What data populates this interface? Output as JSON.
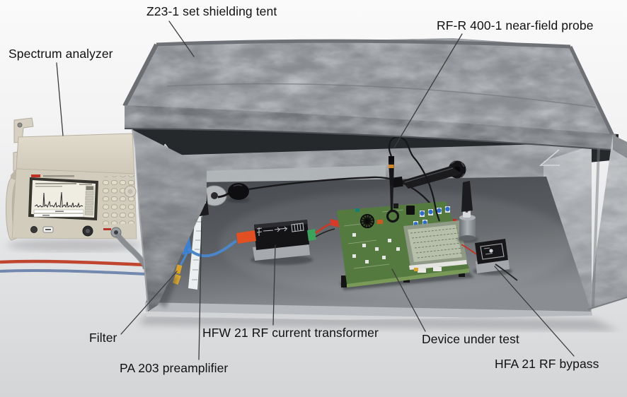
{
  "labels": {
    "shielding_tent": "Z23-1 set shielding tent",
    "near_field_probe": "RF-R 400-1 near-field probe",
    "spectrum_analyzer": "Spectrum analyzer",
    "filter": "Filter",
    "preamplifier": "PA 203 preamplifier",
    "current_transformer": "HFW 21 RF current transformer",
    "device_under_test": "Device under test",
    "rf_bypass": "HFA 21 RF bypass"
  },
  "colors": {
    "background_top": "#fafafa",
    "background_bottom": "#d4d5d7",
    "tent_fabric": "#8b8f93",
    "tent_roll_edge": "#707478",
    "tent_right_wall": "#b0b4b8",
    "tent_floor": "#54575b",
    "analyzer_body": "#d5cfc0",
    "pcb_green": "#557a40",
    "cable_red": "#c0452f",
    "cable_blue": "#7288ae",
    "connector_yellow": "#d8a22c",
    "connector_green": "#3da35c",
    "connector_orange": "#e14f22",
    "label_text": "#111111",
    "leader_line": "#3b3b3b"
  }
}
